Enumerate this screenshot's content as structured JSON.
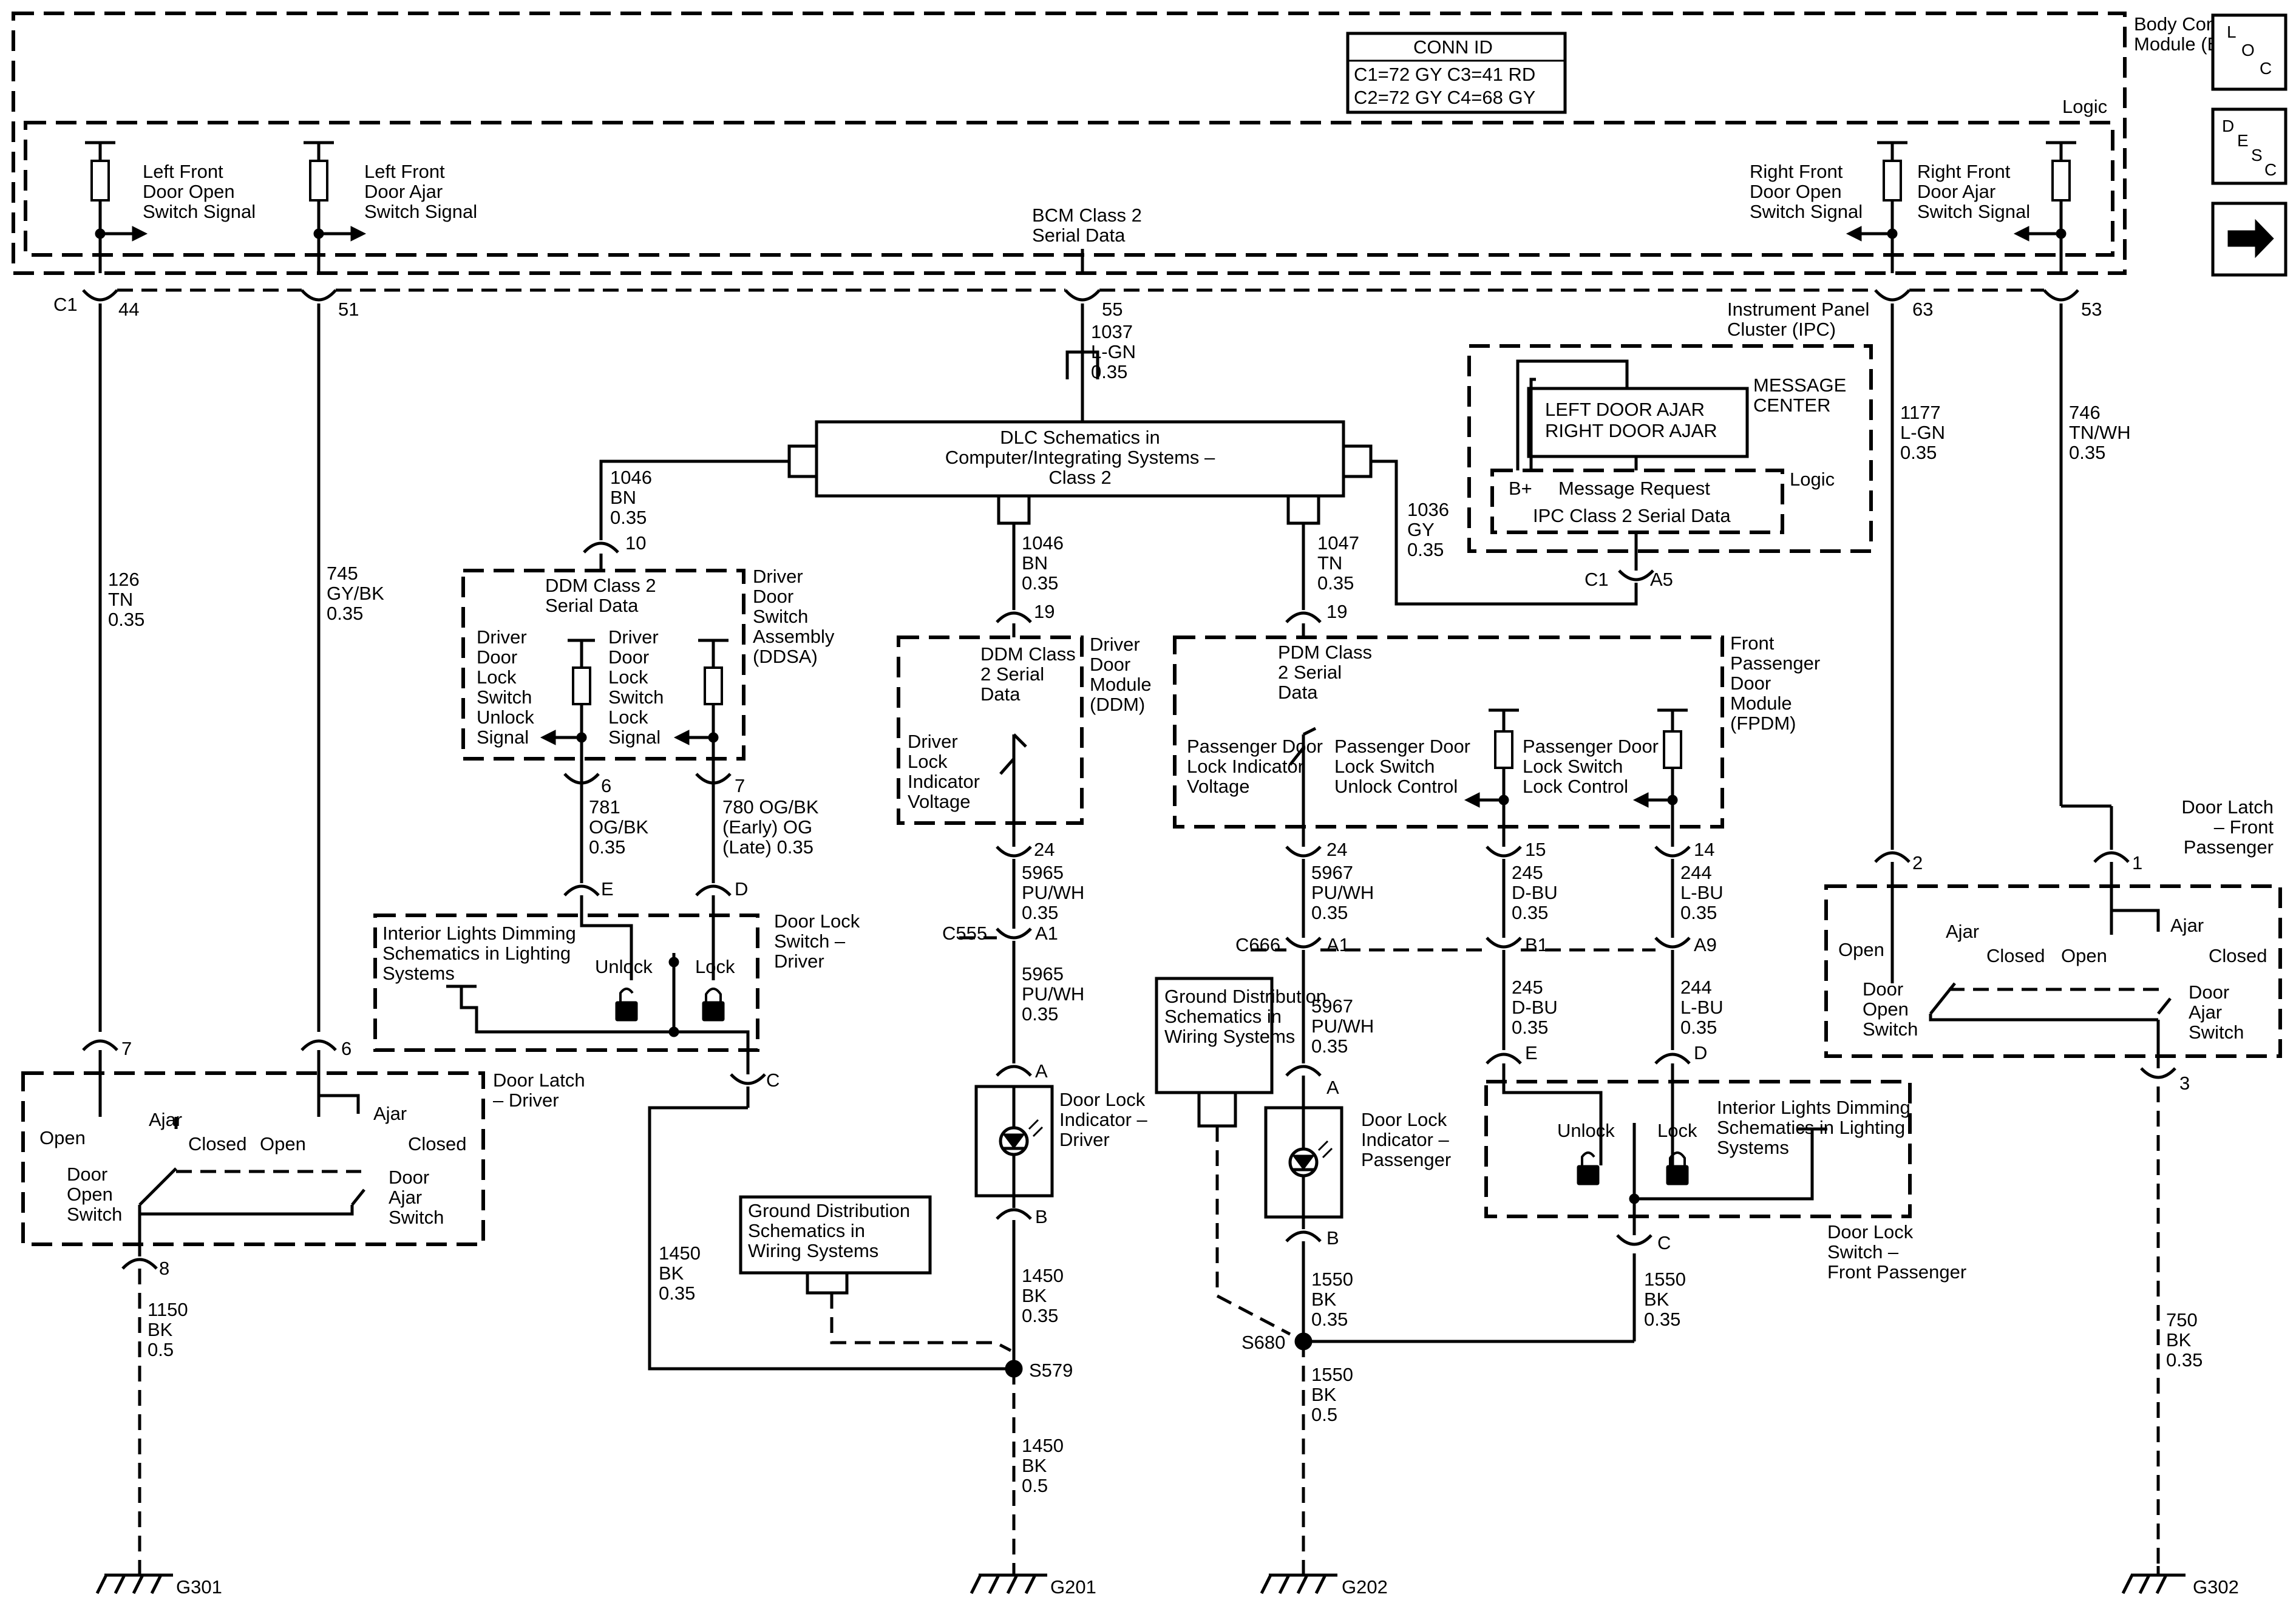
{
  "labels": {
    "bcm_title": "Body Control Module (BCM)",
    "logic": "Logic",
    "conn_id_title": "CONN ID",
    "conn_id_line1": "C1=72 GY  C3=41 RD",
    "conn_id_line2": "C2=72 GY  C4=68 GY",
    "loc_icon": "LOC",
    "desc_icon": "DESC",
    "sig_lf_open": "Left Front Door Open Switch Signal",
    "sig_lf_ajar": "Left Front Door Ajar Switch Signal",
    "bcm_class2": "BCM Class 2 Serial Data",
    "sig_rf_open": "Right Front Door Open Switch Signal",
    "sig_rf_ajar": "Right Front Door Ajar Switch Signal",
    "bcm_c1": "C1",
    "pin_44": "44",
    "pin_51": "51",
    "pin_55": "55",
    "pin_63": "63",
    "pin_53": "53",
    "w1037": "1037 L-GN 0.35",
    "ipc_title": "Instrument Panel Cluster (IPC)",
    "message_center": "MESSAGE CENTER",
    "msg_left": "LEFT DOOR AJAR",
    "msg_right": "RIGHT DOOR AJAR",
    "ipc_bplus": "B+",
    "msg_request": "Message Request",
    "ipc_logic": "Logic",
    "ipc_serial": "IPC Class 2 Serial Data",
    "ipc_conn": "C1",
    "ipc_pin": "A5",
    "dlc_box": "DLC Schematics in Computer/Integrating Systems – Class 2",
    "w126": "126 TN 0.35",
    "w745": "745 GY/BK 0.35",
    "w1046a": "1046 BN 0.35",
    "w1046b": "1046 BN 0.35",
    "w1047": "1047 TN 0.35",
    "w1036": "1036 GY 0.35",
    "w1177": "1177 L-GN 0.35",
    "w746": "746 TN/WH 0.35",
    "ddsa_title": "Driver Door Switch Assembly (DDSA)",
    "ddsa_pin10": "10",
    "ddsa_serial": "DDM Class 2 Serial Data",
    "ddsa_unlock": "Driver Door Lock Switch Unlock Signal",
    "ddsa_lock": "Driver Door Lock Switch Lock Signal",
    "ddsa_pin6": "6",
    "ddsa_pin7": "7",
    "w781": "781 OG/BK 0.35",
    "w780": "780 OG/BK (Early) OG (Late) 0.35",
    "ddm_title": "Driver Door Module (DDM)",
    "ddm_pin19": "19",
    "ddm_serial": "DDM Class 2 Serial Data",
    "ddm_lockind": "Driver Lock Indicator Voltage",
    "ddm_pin24": "24",
    "fpdm_title": "Front Passenger Door Module (FPDM)",
    "fpdm_pin19": "19",
    "pdm_serial": "PDM Class 2 Serial Data",
    "pdm_lockind": "Passenger Door Lock Indicator Voltage",
    "pdm_unlock": "Passenger Door Lock Switch Unlock Control",
    "pdm_lock": "Passenger Door Lock Switch Lock Control",
    "pdm_pin24": "24",
    "pdm_pin15": "15",
    "pdm_pin14": "14",
    "w5965a": "5965 PU/WH 0.35",
    "w5965b": "5965 PU/WH 0.35",
    "w5967a": "5967 PU/WH 0.35",
    "w5967b": "5967 PU/WH 0.35",
    "w245a": "245 D-BU 0.35",
    "w245b": "245 D-BU 0.35",
    "w244a": "244 L-BU 0.35",
    "w244b": "244 L-BU 0.35",
    "c555": "C555",
    "c555_a1": "A1",
    "c666": "C666",
    "c666_a1": "A1",
    "c666_b1": "B1",
    "c666_a9": "A9",
    "dls_driver_title": "Door Lock Switch – Driver",
    "interior_lights_d": "Interior Lights Dimming Schematics in Lighting Systems",
    "unlock_d": "Unlock",
    "lock_d": "Lock",
    "dls_pin_e": "E",
    "dls_pin_d": "D",
    "dls_pin_c": "C",
    "dls_pass_title": "Door Lock Switch – Front Passenger",
    "interior_lights_p": "Interior Lights Dimming Schematics in Lighting Systems",
    "unlock_p": "Unlock",
    "lock_p": "Lock",
    "dlsp_pin_e": "E",
    "dlsp_pin_d": "D",
    "dlsp_pin_c": "C",
    "dli_driver": "Door Lock Indicator – Driver",
    "dli_pass": "Door Lock Indicator – Passenger",
    "dli_a": "A",
    "dli_b": "B",
    "dlip_a": "A",
    "dlip_b": "B",
    "gnd_dist_1": "Ground Distribution Schematics in Wiring Systems",
    "gnd_dist_2": "Ground Distribution Schematics in Wiring Systems",
    "latch_driver_title": "Door Latch – Driver",
    "latch_pass_title": "Door Latch – Front Passenger",
    "ld_pin7": "7",
    "ld_pin6": "6",
    "ld_pin8": "8",
    "lp_pin2": "2",
    "lp_pin1": "1",
    "lp_pin3": "3",
    "open": "Open",
    "ajar": "Ajar",
    "closed": "Closed",
    "door_open_switch": "Door Open Switch",
    "door_ajar_switch": "Door Ajar Switch",
    "w1150": "1150 BK 0.5",
    "w1450a": "1450 BK 0.35",
    "w1450b": "1450 BK 0.35",
    "w1450c": "1450 BK 0.5",
    "w1550a": "1550 BK 0.35",
    "w1550b": "1550 BK 0.35",
    "w1550c": "1550 BK 0.5",
    "w750": "750 BK 0.35",
    "s579": "S579",
    "s680": "S680",
    "g301": "G301",
    "g201": "G201",
    "g202": "G202",
    "g302": "G302"
  }
}
